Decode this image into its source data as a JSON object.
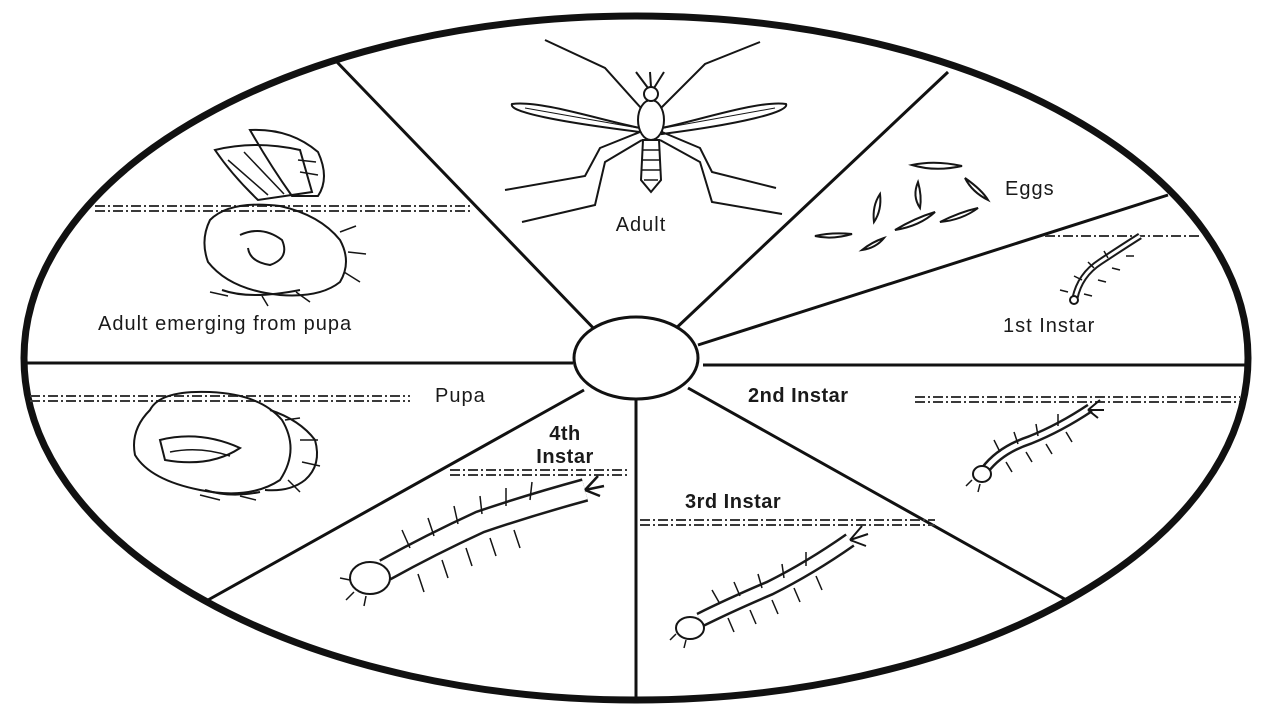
{
  "diagram": {
    "stages": [
      {
        "key": "adult",
        "label": "Adult"
      },
      {
        "key": "eggs",
        "label": "Eggs"
      },
      {
        "key": "instar1",
        "label": "1st Instar"
      },
      {
        "key": "instar2",
        "label": "2nd Instar"
      },
      {
        "key": "instar3",
        "label": "3rd Instar"
      },
      {
        "key": "instar4_line1",
        "label": "4th"
      },
      {
        "key": "instar4_line2",
        "label": "Instar"
      },
      {
        "key": "pupa",
        "label": "Pupa"
      },
      {
        "key": "emerging",
        "label": "Adult emerging from pupa"
      }
    ]
  }
}
